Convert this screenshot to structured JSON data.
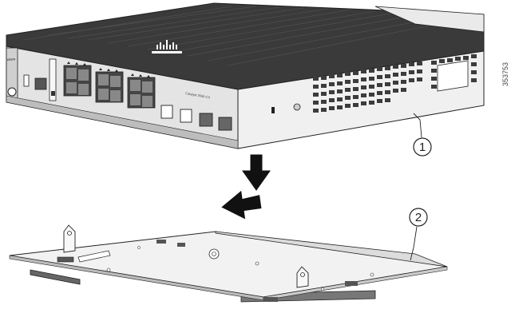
{
  "figure_id": "353753",
  "callouts": [
    {
      "number": "1"
    },
    {
      "number": "2"
    }
  ],
  "switch": {
    "front_logo": "cisco",
    "model_label": "Catalyst 3560-CX"
  },
  "colors": {
    "line": "#222222",
    "chassis_top": "#3a3a3a",
    "chassis_front": "#e4e4e4",
    "arrow": "#111111",
    "tray": "#f2f2f2"
  },
  "icons": [
    "down-arrow-icon",
    "left-arrow-icon",
    "cisco-logo-icon"
  ]
}
